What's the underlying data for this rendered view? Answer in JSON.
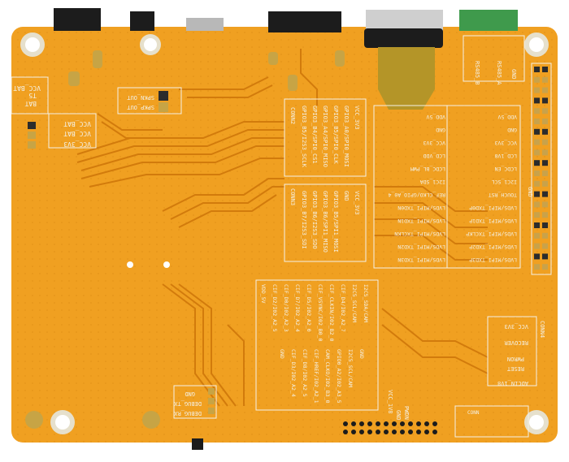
{
  "colors": {
    "board": "#f0a021",
    "board_dark": "#e08d15",
    "trace": "#d27b0c",
    "silkscreen": "#f4f1e6",
    "pad": "#c9a24a",
    "terminal_green": "#3f9a4c",
    "connector_black": "#1c1c1c"
  },
  "labels_left": {
    "vcc_bat": "VCC_BAT",
    "bat": "BAT",
    "t5": "T5",
    "spkn_out": "SPKN_OUT",
    "spkp_out": "SPKP_OUT",
    "vcc_bat2": "VCC_BAT",
    "vcc_bat3": "VCC_BAT",
    "vcc_3v3": "VCC_3V3"
  },
  "labels_top_right": {
    "rs485_a": "RS485_A",
    "rs485_b": "RS485_B",
    "gnd": "GND"
  },
  "conn2_block": {
    "title": "CONN2",
    "rows": [
      "GPIO3_B5/I2S3_SCLK",
      "GPIO3_B4/SPI0_CS1",
      "GPIO3_A4/SPI0_MISO",
      "GPIO3_B5/SPI0_CLK",
      "GPIO3_A0/SPI0_MOSI",
      "VCC_3V3"
    ]
  },
  "conn3_block": {
    "title": "CONN3",
    "rows": [
      "GPIO3_B7/I2S3_SDI",
      "GPIO3_B6/I2S3_SDO",
      "GPIO3_B6/SPI1_MISO",
      "GPIO3_B5/SPI1_MOSI",
      "GND",
      "VCC_3V3"
    ]
  },
  "lcd_block": {
    "left_col": [
      "VDD_5V",
      "GND",
      "VCC_3V3",
      "LCD_VDD",
      "LCDC_BL_PWM",
      "I2C1_SDA",
      "REF_CLKO/GPIO_A0_4",
      "LVDS/MIPI_TXD0N",
      "LVDS/MIPI_TXD1N",
      "LVDS/MIPI_TXCLKN",
      "LVDS/MIPI_TXD2N",
      "LVDS/MIPI_TXD3N"
    ],
    "right_col": [
      "VDD_5V",
      "GND",
      "VCC_3V3",
      "LCD_1V8",
      "LCDC_EN",
      "I2C1_SCL",
      "TOUCH_RST",
      "LVDS/MIPI_TXD0P",
      "LVDS/MIPI_TXD1P",
      "LVDS/MIPI_TXCLKP",
      "LVDS/MIPI_TXD2P",
      "LVDS/MIPI_TXD3P"
    ],
    "gnd_right": "GND"
  },
  "camera_block": {
    "rows": [
      "VDD_5V",
      "CIF_D2/I02_A2_5",
      "CIF_D0/I02_A2_3",
      "CIF_D7/I02_A2_4",
      "CIF_D5/I02_A2_0",
      "CIF_VSYNC/I02_B0_0",
      "CIF_CLKIN/I02_B2_0",
      "CIF_D4/I02_A2_7",
      "I2C5_SCL/CAM",
      "I2C5_SDA/CAM"
    ],
    "rows2": [
      "GND",
      "CIF_D3/I02_A2_4",
      "CIF_D8/I02_A2_5",
      "CIF_HREF/I02_A2_1",
      "CAM_CLKO/I02_B3_0",
      "GPIO0_A2/I02_A3_5",
      "I2C5_SCL/CAM",
      "GND"
    ],
    "vcc_1v8": "VCC_1V8",
    "gnd": "GND",
    "pwdn": "PWDN"
  },
  "bottom_left": {
    "gnd": "GND",
    "debug_tx": "DEBUG_TX",
    "debug_rx": "DEBUG_RX"
  },
  "right_side": {
    "conn4": "CONN4",
    "vcc_3v3": "VCC_3V3",
    "recover": "RECOVER",
    "pwron": "PWRON",
    "reset": "RESET",
    "adcin": "ADCIN_1V8",
    "conn": "CONN"
  }
}
